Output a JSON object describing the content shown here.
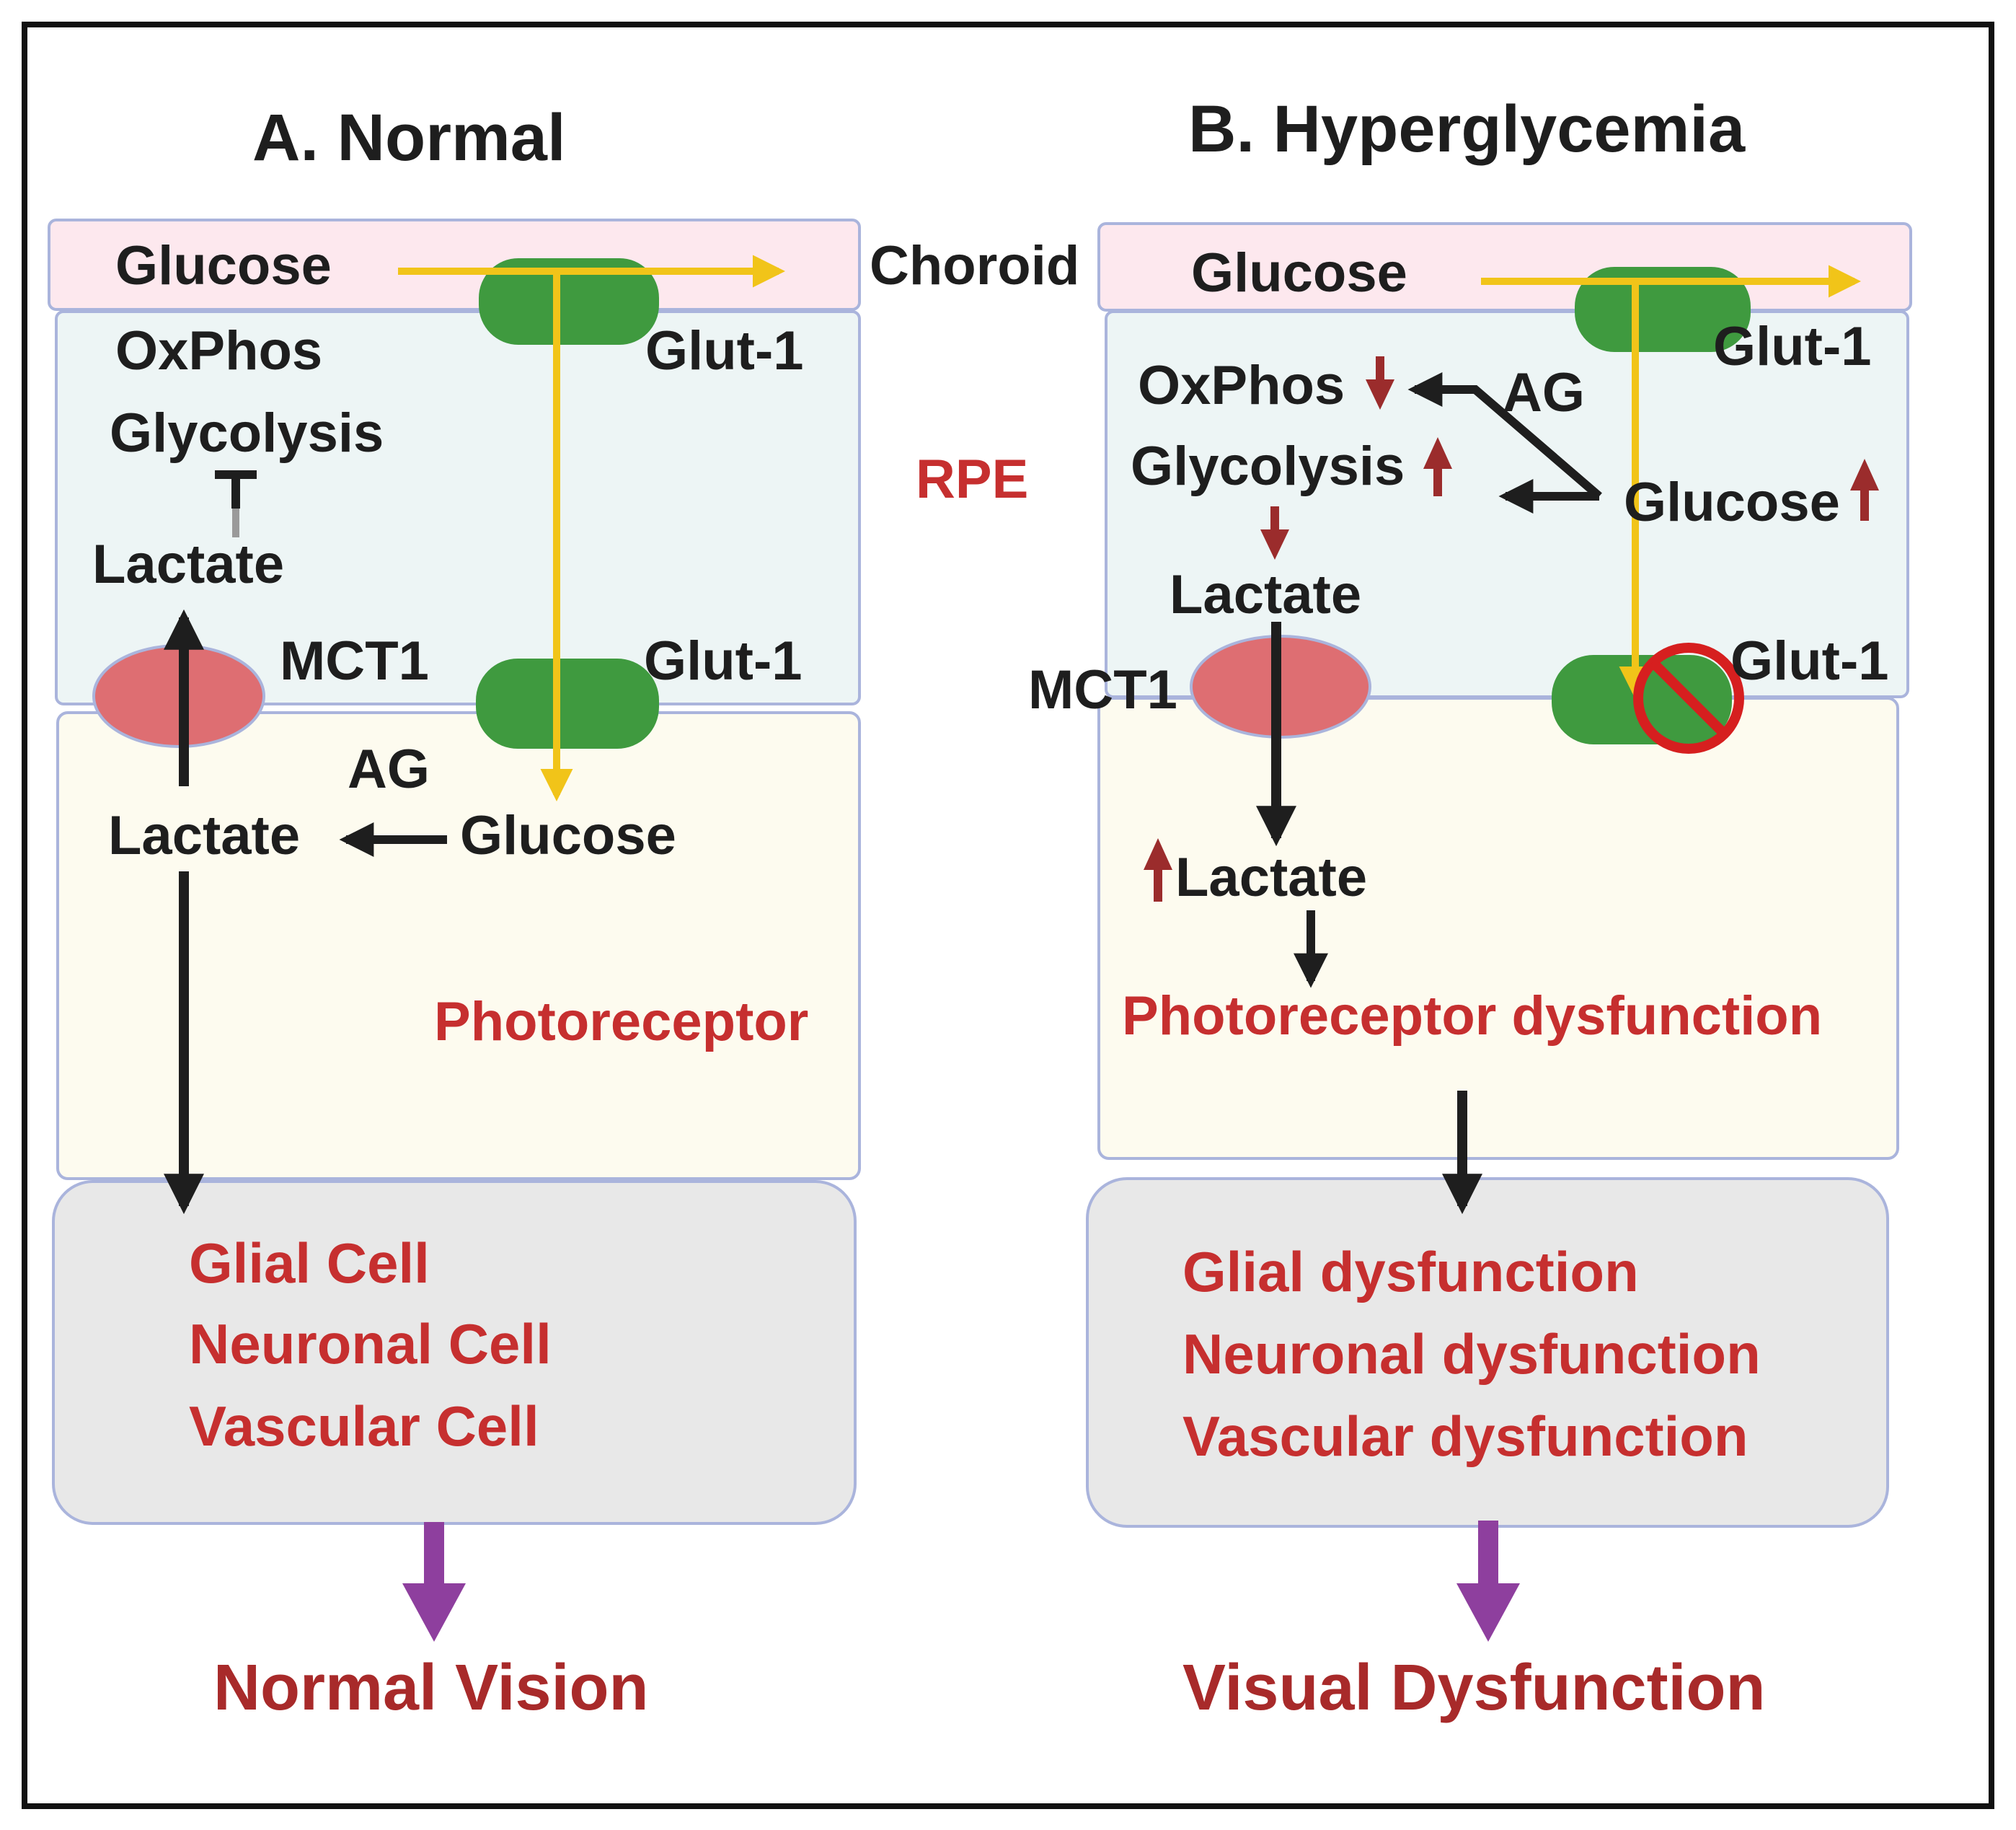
{
  "colors": {
    "choroid_fill": "#fde8ee",
    "choroid_stroke": "#aab4dc",
    "rpe_fill": "#edf5f5",
    "photoreceptor_fill": "#fdfbef",
    "bottom_fill": "#e8e8e8",
    "box_stroke": "#aab4dc",
    "glut_fill": "#3f9a3f",
    "mct_fill": "#de6e72",
    "glucose_arrow": "#f1c419",
    "black_arrow": "#1e1e1e",
    "red_text": "#c62f2f",
    "title_red": "#a82a2a",
    "up_down_arrow": "#9b2c2c",
    "purple_arrow": "#8e3f9e",
    "block_symbol": "#d61f1f"
  },
  "panel_a": {
    "title": "A. Normal",
    "choroid_glucose": "Glucose",
    "glut1_top": "Glut-1",
    "oxphos": "OxPhos",
    "glycolysis": "Glycolysis",
    "lactate_rpe": "Lactate",
    "mct1": "MCT1",
    "glut1_bottom": "Glut-1",
    "ag": "AG",
    "lactate_pr": "Lactate",
    "glucose_pr": "Glucose",
    "photoreceptor": "Photoreceptor",
    "glial": "Glial Cell",
    "neuronal": "Neuronal Cell",
    "vascular": "Vascular Cell",
    "outcome": "Normal Vision"
  },
  "middle": {
    "choroid": "Choroid",
    "rpe": "RPE"
  },
  "panel_b": {
    "title": "B. Hyperglycemia",
    "choroid_glucose": "Glucose",
    "glut1_top": "Glut-1",
    "oxphos": "OxPhos",
    "ag": "AG",
    "glycolysis": "Glycolysis",
    "glucose_rpe": "Glucose",
    "lactate_rpe": "Lactate",
    "mct1": "MCT1",
    "glut1_bottom": "Glut-1",
    "lactate_pr": "Lactate",
    "photoreceptor": "Photoreceptor dysfunction",
    "glial": "Glial dysfunction",
    "neuronal": "Neuronal dysfunction",
    "vascular": "Vascular dysfunction",
    "outcome": "Visual Dysfunction"
  }
}
